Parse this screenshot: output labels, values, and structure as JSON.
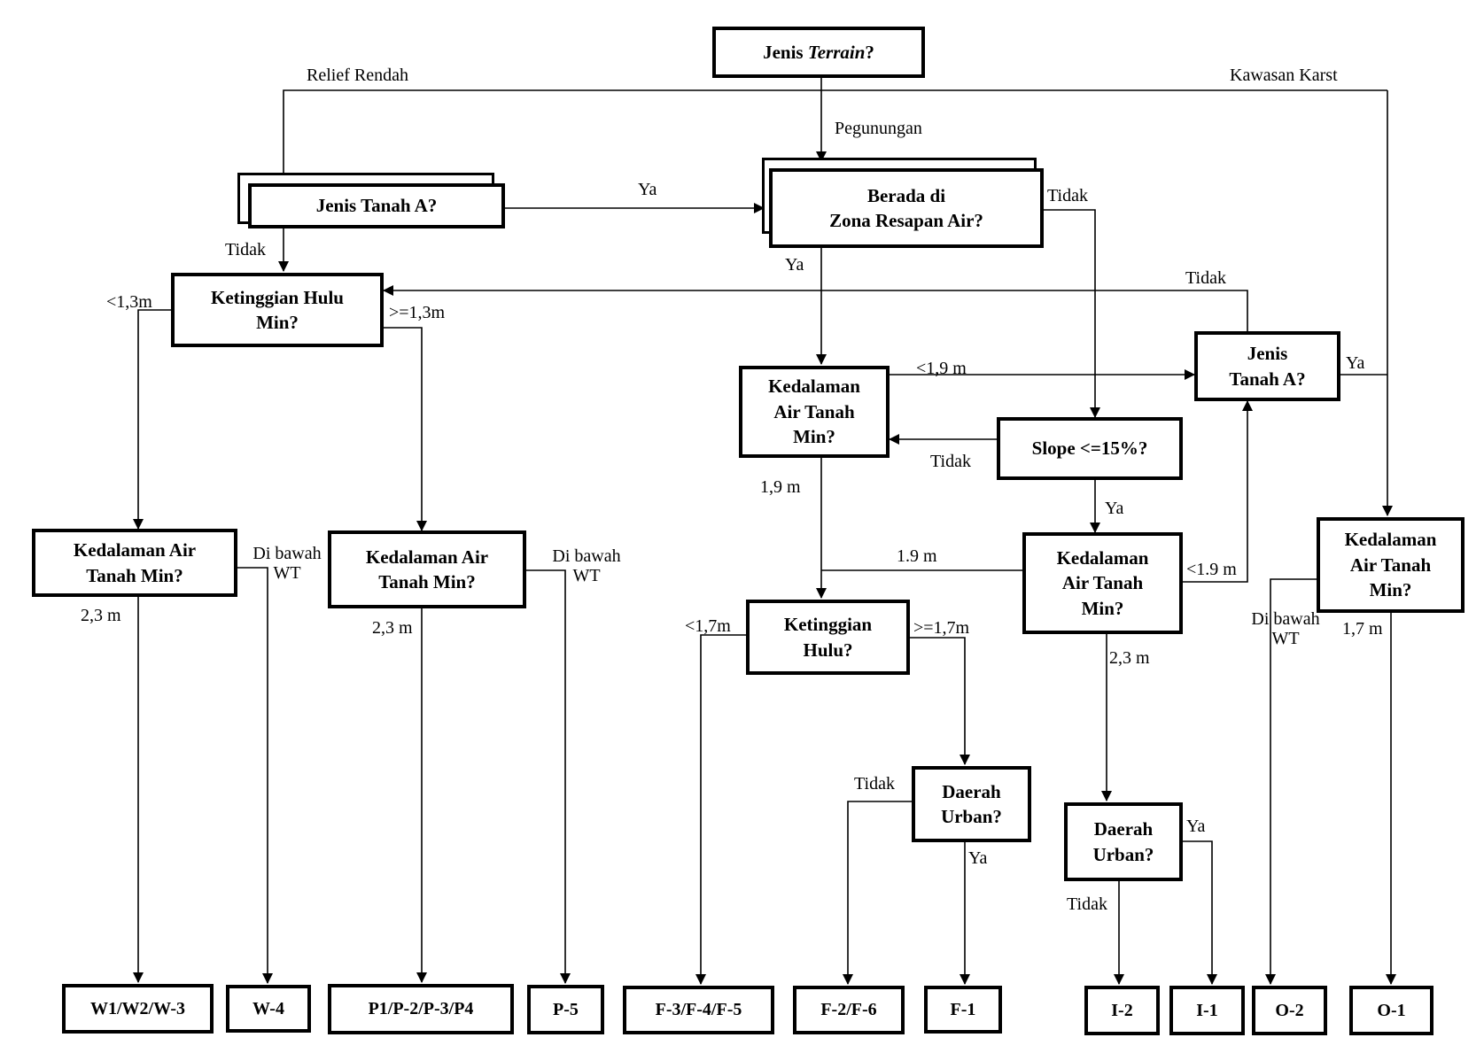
{
  "nodes": {
    "terrain_q": {
      "pre": "Jenis ",
      "em": "Terrain",
      "post": "?"
    },
    "soil_a_left": "Jenis Tanah A?",
    "zona_resapan": [
      "Berada di",
      "Zona Resapan Air?"
    ],
    "hulu_min_left": [
      "Ketinggian Hulu",
      "Min?"
    ],
    "air_tanah_center": [
      "Kedalaman",
      "Air Tanah",
      "Min?"
    ],
    "soil_a_right": [
      "Jenis",
      "Tanah A?"
    ],
    "slope": "Slope <=15%?",
    "air_tanah_w": [
      "Kedalaman Air",
      "Tanah Min?"
    ],
    "air_tanah_p": [
      "Kedalaman Air",
      "Tanah Min?"
    ],
    "air_tanah_i": [
      "Kedalaman",
      "Air Tanah",
      "Min?"
    ],
    "air_tanah_o": [
      "Kedalaman",
      "Air Tanah",
      "Min?"
    ],
    "hulu_f": [
      "Ketinggian",
      "Hulu?"
    ],
    "urban_f": [
      "Daerah",
      "Urban?"
    ],
    "urban_i": [
      "Daerah",
      "Urban?"
    ]
  },
  "leaves": {
    "w123": "W1/W2/W-3",
    "w4": "W-4",
    "p1234": "P1/P-2/P-3/P4",
    "p5": "P-5",
    "f345": "F-3/F-4/F-5",
    "f26": "F-2/F-6",
    "f1": "F-1",
    "i2": "I-2",
    "i1": "I-1",
    "o2": "O-2",
    "o1": "O-1"
  },
  "edge_labels": {
    "relief_rendah": "Relief Rendah",
    "kawasan_karst": "Kawasan Karst",
    "pegunungan": "Pegunungan",
    "ya_soil_to_zona": "Ya",
    "tidak_zona": "Tidak",
    "tidak_soil_left": "Tidak",
    "ya_zona": "Ya",
    "tidak_soil_right": "Tidak",
    "lt_13": "<1,3m",
    "ge_13": ">=1,3m",
    "lt_19_center": "<1,9 m",
    "ya_soil_right": "Ya",
    "tidak_slope": "Tidak",
    "val_19_center": "1,9 m",
    "ya_slope": "Ya",
    "di_bawah_wt_w": [
      "Di bawah",
      "WT"
    ],
    "di_bawah_wt_p": [
      "Di bawah",
      "WT"
    ],
    "val_23_w": "2,3 m",
    "val_23_p": "2,3 m",
    "val_19_i": "1.9 m",
    "lt_19_i": "<1.9 m",
    "di_bawah_wt_o": [
      "Di bawah",
      "WT"
    ],
    "val_17_o": "1,7 m",
    "lt_17": "<1,7m",
    "ge_17": ">=1,7m",
    "val_23_i": "2,3 m",
    "tidak_urban_f": "Tidak",
    "ya_urban_f": "Ya",
    "ya_urban_i": "Ya",
    "tidak_urban_i": "Tidak"
  }
}
